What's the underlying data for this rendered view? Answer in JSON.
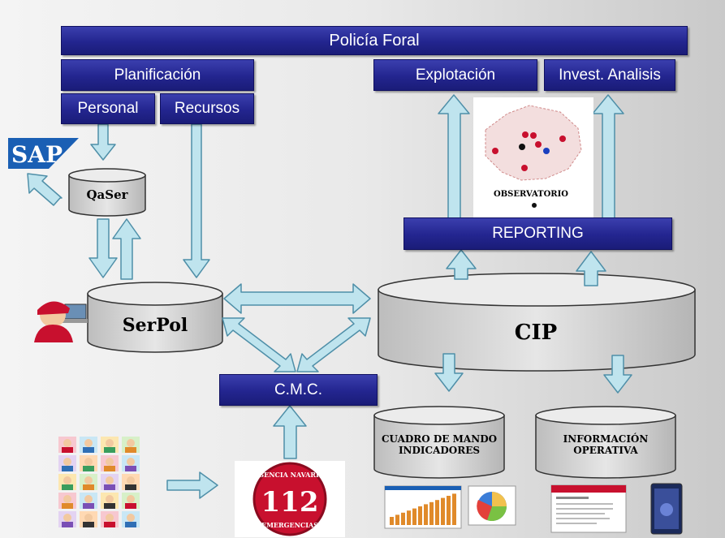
{
  "top": {
    "title": "Policía Foral"
  },
  "left_branch": {
    "planning": "Planificación",
    "staff": "Personal",
    "resources": "Recursos"
  },
  "right_branch": {
    "exploitation": "Explotación",
    "analysis": "Invest. Analisis",
    "reporting": "REPORTING"
  },
  "systems": {
    "qaser": "QaSer",
    "serpol": "SerPol",
    "cip": "CIP",
    "cmc": "C.M.C.",
    "dashboard_line1": "CUADRO DE MANDO",
    "dashboard_line2": "INDICADORES",
    "operational_line1": "INFORMACIÓN",
    "operational_line2": "OPERATIVA"
  },
  "logos": {
    "sap": "SAP",
    "observatory": "OBSERVATORIO",
    "emergency_top": "AGENCIA NAVARRA",
    "emergency_number": "112",
    "emergency_bottom": "EMERGENCIAS"
  },
  "colors": {
    "bar_blue": "#23258f",
    "arrow_fill": "#bfe4ee",
    "arrow_stroke": "#4f8fa8",
    "cylinder": "#d9d9d9",
    "emergency_red": "#c8102e"
  }
}
